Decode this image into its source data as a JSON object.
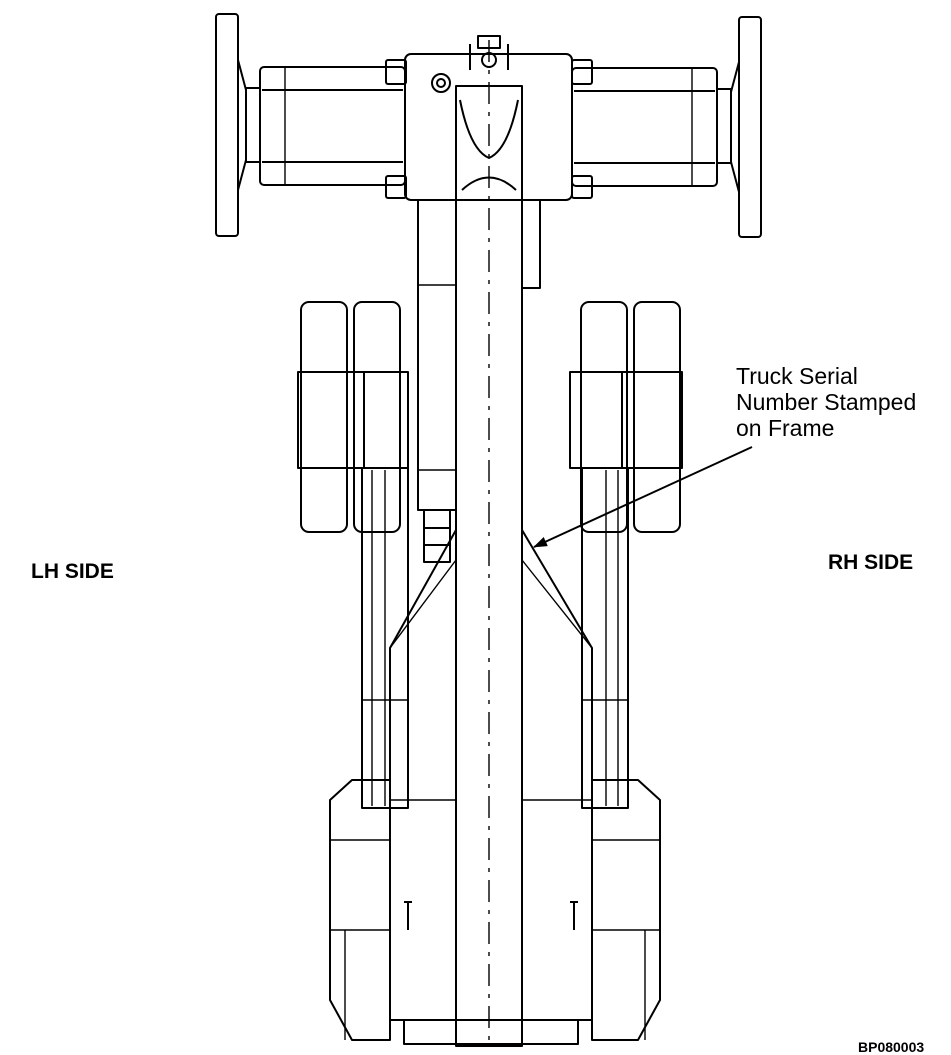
{
  "labels": {
    "left_side": "LH SIDE",
    "right_side": "RH SIDE",
    "callout_line1": "Truck Serial",
    "callout_line2": "Number Stamped",
    "callout_line3": "on Frame",
    "figure_id": "BP080003"
  },
  "colors": {
    "ink": "#000000",
    "paper": "#ffffff"
  }
}
